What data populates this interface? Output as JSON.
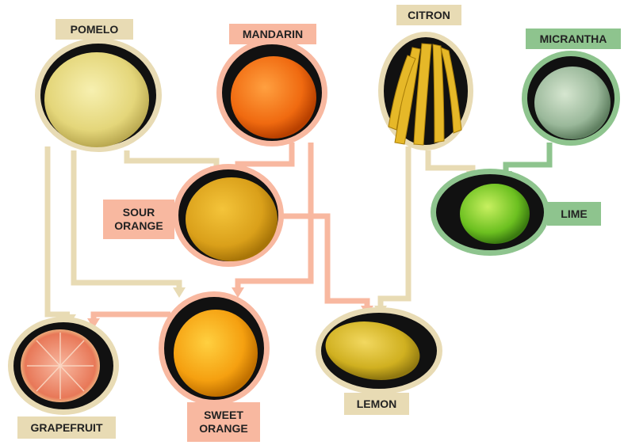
{
  "labels": {
    "pomelo": "POMELO",
    "mandarin": "MANDARIN",
    "citron": "CITRON",
    "micrantha": "MICRANTHA",
    "sour_orange": "SOUR\nORANGE",
    "lime": "LIME",
    "grapefruit": "GRAPEFRUIT",
    "sweet_orange": "SWEET\nORANGE",
    "lemon": "LEMON"
  },
  "colors": {
    "pomelo_lineage": "#e8dbb4",
    "mandarin_lineage": "#f8b8a0",
    "citron_lineage": "#e8dbb4",
    "micrantha_lineage": "#8ec48e"
  }
}
